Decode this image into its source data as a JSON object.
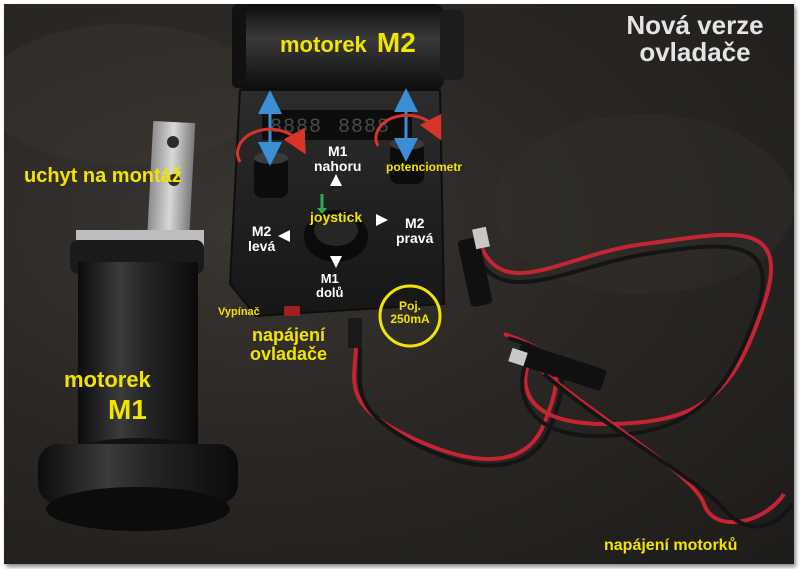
{
  "title": {
    "line1": "Nová verze",
    "line2": "ovladače"
  },
  "labels": {
    "motor_m2": {
      "text": "motorek",
      "id": "M2"
    },
    "motor_m1": {
      "text": "motorek",
      "id": "M1"
    },
    "mount": "uchyt na montáž",
    "m1_up": {
      "line1": "M1",
      "line2": "nahoru"
    },
    "m1_down": {
      "line1": "M1",
      "line2": "dolů"
    },
    "m2_left": {
      "line1": "M2",
      "line2": "levá"
    },
    "m2_right": {
      "line1": "M2",
      "line2": "pravá"
    },
    "joystick": "joystick",
    "potentiometer": "potenciometr",
    "switch": "Vypínač",
    "fuse": {
      "line1": "Poj.",
      "line2": "250mA"
    },
    "controller_power": {
      "line1": "napájení",
      "line2": "ovladače"
    },
    "motors_power": "napájení motorků"
  },
  "display": {
    "left": "8888",
    "right": "8888"
  },
  "colors": {
    "label_yellow": "#f2e400",
    "arrow_blue": "#3a8fd6",
    "arrow_red": "#d8342a",
    "arrow_green": "#2eaa55",
    "cable_red": "#c42433",
    "cable_black": "#141414"
  }
}
